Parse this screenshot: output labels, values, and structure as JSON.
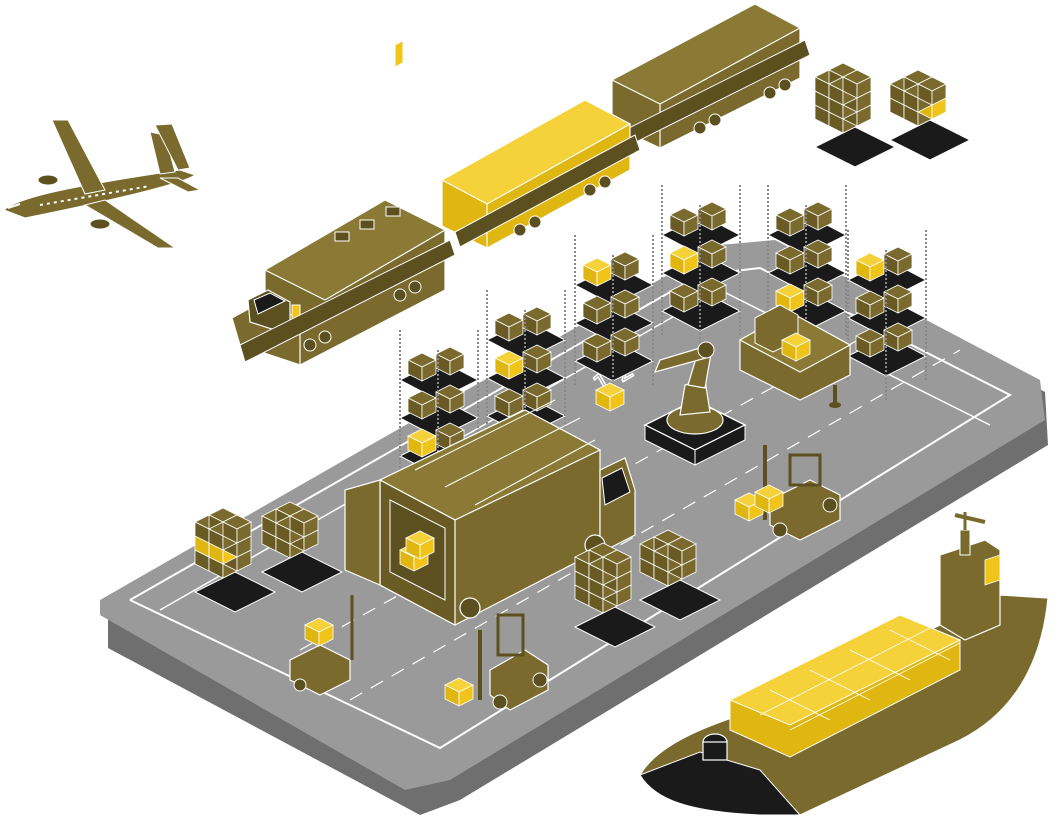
{
  "scene": {
    "description_tag": "isometric-smart-logistics-warehouse",
    "floor_marking_text": "1 2",
    "objects": [
      "airplane",
      "freight-train",
      "warehouse-racks",
      "robotic-arm",
      "conveyor-machine",
      "forklifts",
      "pallets",
      "delivery-truck",
      "container-ship"
    ]
  },
  "colors": {
    "olive": "#7a6a2e",
    "olive_dark": "#5d5020",
    "yellow": "#f0c419",
    "grey_floor": "#9a9a9a",
    "grey_edge": "#6f6f6f",
    "white": "#ffffff",
    "black": "#1a1a1a"
  }
}
